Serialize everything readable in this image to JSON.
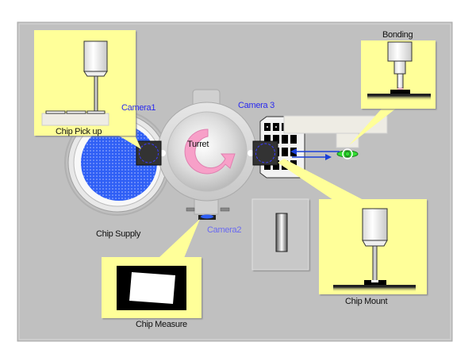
{
  "diagram": {
    "type": "chip bonder process flow",
    "colors": {
      "panel": "#c0c0c0",
      "callout": "#ffff99",
      "camera_label": "#2a2aee",
      "wafer": "#2f5ff5",
      "arrow": "#1a3fd8",
      "rotate_arrow": "#f7a0c8",
      "nozzle_tip": "#33dd33"
    },
    "labels": {
      "chip_pickup": "Chip Pick up",
      "chip_supply": "Chip Supply",
      "chip_measure": "Chip Measure",
      "chip_mount": "Chip Mount",
      "bonding": "Bonding",
      "turret": "Turret"
    },
    "cameras": {
      "camera1": "Camera1",
      "camera2": "Camera2",
      "camera3": "Camera 3"
    },
    "icons": {
      "rotate": "rotate-arrow-icon",
      "camera": "camera-icon",
      "nozzle": "pickup-nozzle-icon",
      "bonding_tool": "bonding-tool-icon"
    }
  }
}
